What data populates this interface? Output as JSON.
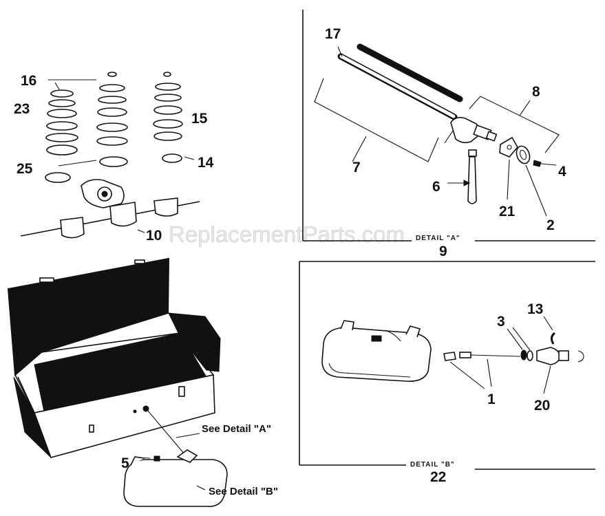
{
  "watermark": "ReplacementParts.com",
  "callouts": {
    "p1": "1",
    "p2": "2",
    "p3": "3",
    "p4": "4",
    "p5": "5",
    "p6": "6",
    "p7": "7",
    "p8": "8",
    "p9": "9",
    "p10": "10",
    "p13": "13",
    "p14": "14",
    "p15": "15",
    "p16": "16",
    "p17": "17",
    "p20": "20",
    "p21": "21",
    "p22": "22",
    "p23": "23",
    "p25": "25"
  },
  "details": {
    "a_caption": "DETAIL \"A\"",
    "b_caption": "DETAIL \"B\"",
    "see_a": "See Detail \"A\"",
    "see_b": "See Detail \"B\""
  }
}
